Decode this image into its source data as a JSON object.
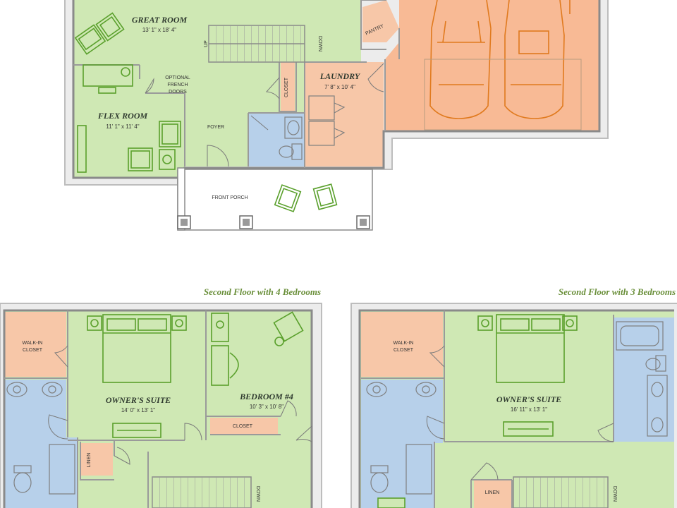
{
  "colors": {
    "living": "#cfe8b4",
    "service": "#f7c7a8",
    "bath": "#b7d0ea",
    "garage": "#f8ba95",
    "wall": "#8a8a8a",
    "fixture": "#5aa02c",
    "car": "#e07a1e",
    "caption": "#6a8f3a"
  },
  "first_floor": {
    "great_room": {
      "title": "GREAT ROOM",
      "dims": "13' 1\" x 18' 4\""
    },
    "flex_room": {
      "title": "FLEX ROOM",
      "dims": "11' 1\" x 11' 4\""
    },
    "laundry": {
      "title": "LAUNDRY",
      "dims": "7' 8\" x 10' 4\""
    },
    "optional_doors": [
      "OPTIONAL",
      "FRENCH",
      "DOORS"
    ],
    "foyer": "FOYER",
    "closet": "CLOSET",
    "pantry": "PANTRY",
    "stair_up": "UP",
    "stair_down": "DOWN",
    "front_porch": "FRONT PORCH"
  },
  "second_floor_4br": {
    "caption": "Second Floor with 4 Bedrooms",
    "walk_in_closet": [
      "WALK-IN",
      "CLOSET"
    ],
    "owners_suite": {
      "title": "OWNER'S SUITE",
      "dims": "14' 0\" x 13' 1\""
    },
    "bedroom4": {
      "title": "BEDROOM #4",
      "dims": "10' 3\" x 10' 8\""
    },
    "closet": "CLOSET",
    "linen": "LINEN",
    "stair_down": "DOWN"
  },
  "second_floor_3br": {
    "caption": "Second Floor with 3 Bedrooms",
    "walk_in_closet": [
      "WALK-IN",
      "CLOSET"
    ],
    "owners_suite": {
      "title": "OWNER'S SUITE",
      "dims": "16' 11\" x 13' 1\""
    },
    "linen": "LINEN",
    "stair_down": "DOWN"
  }
}
